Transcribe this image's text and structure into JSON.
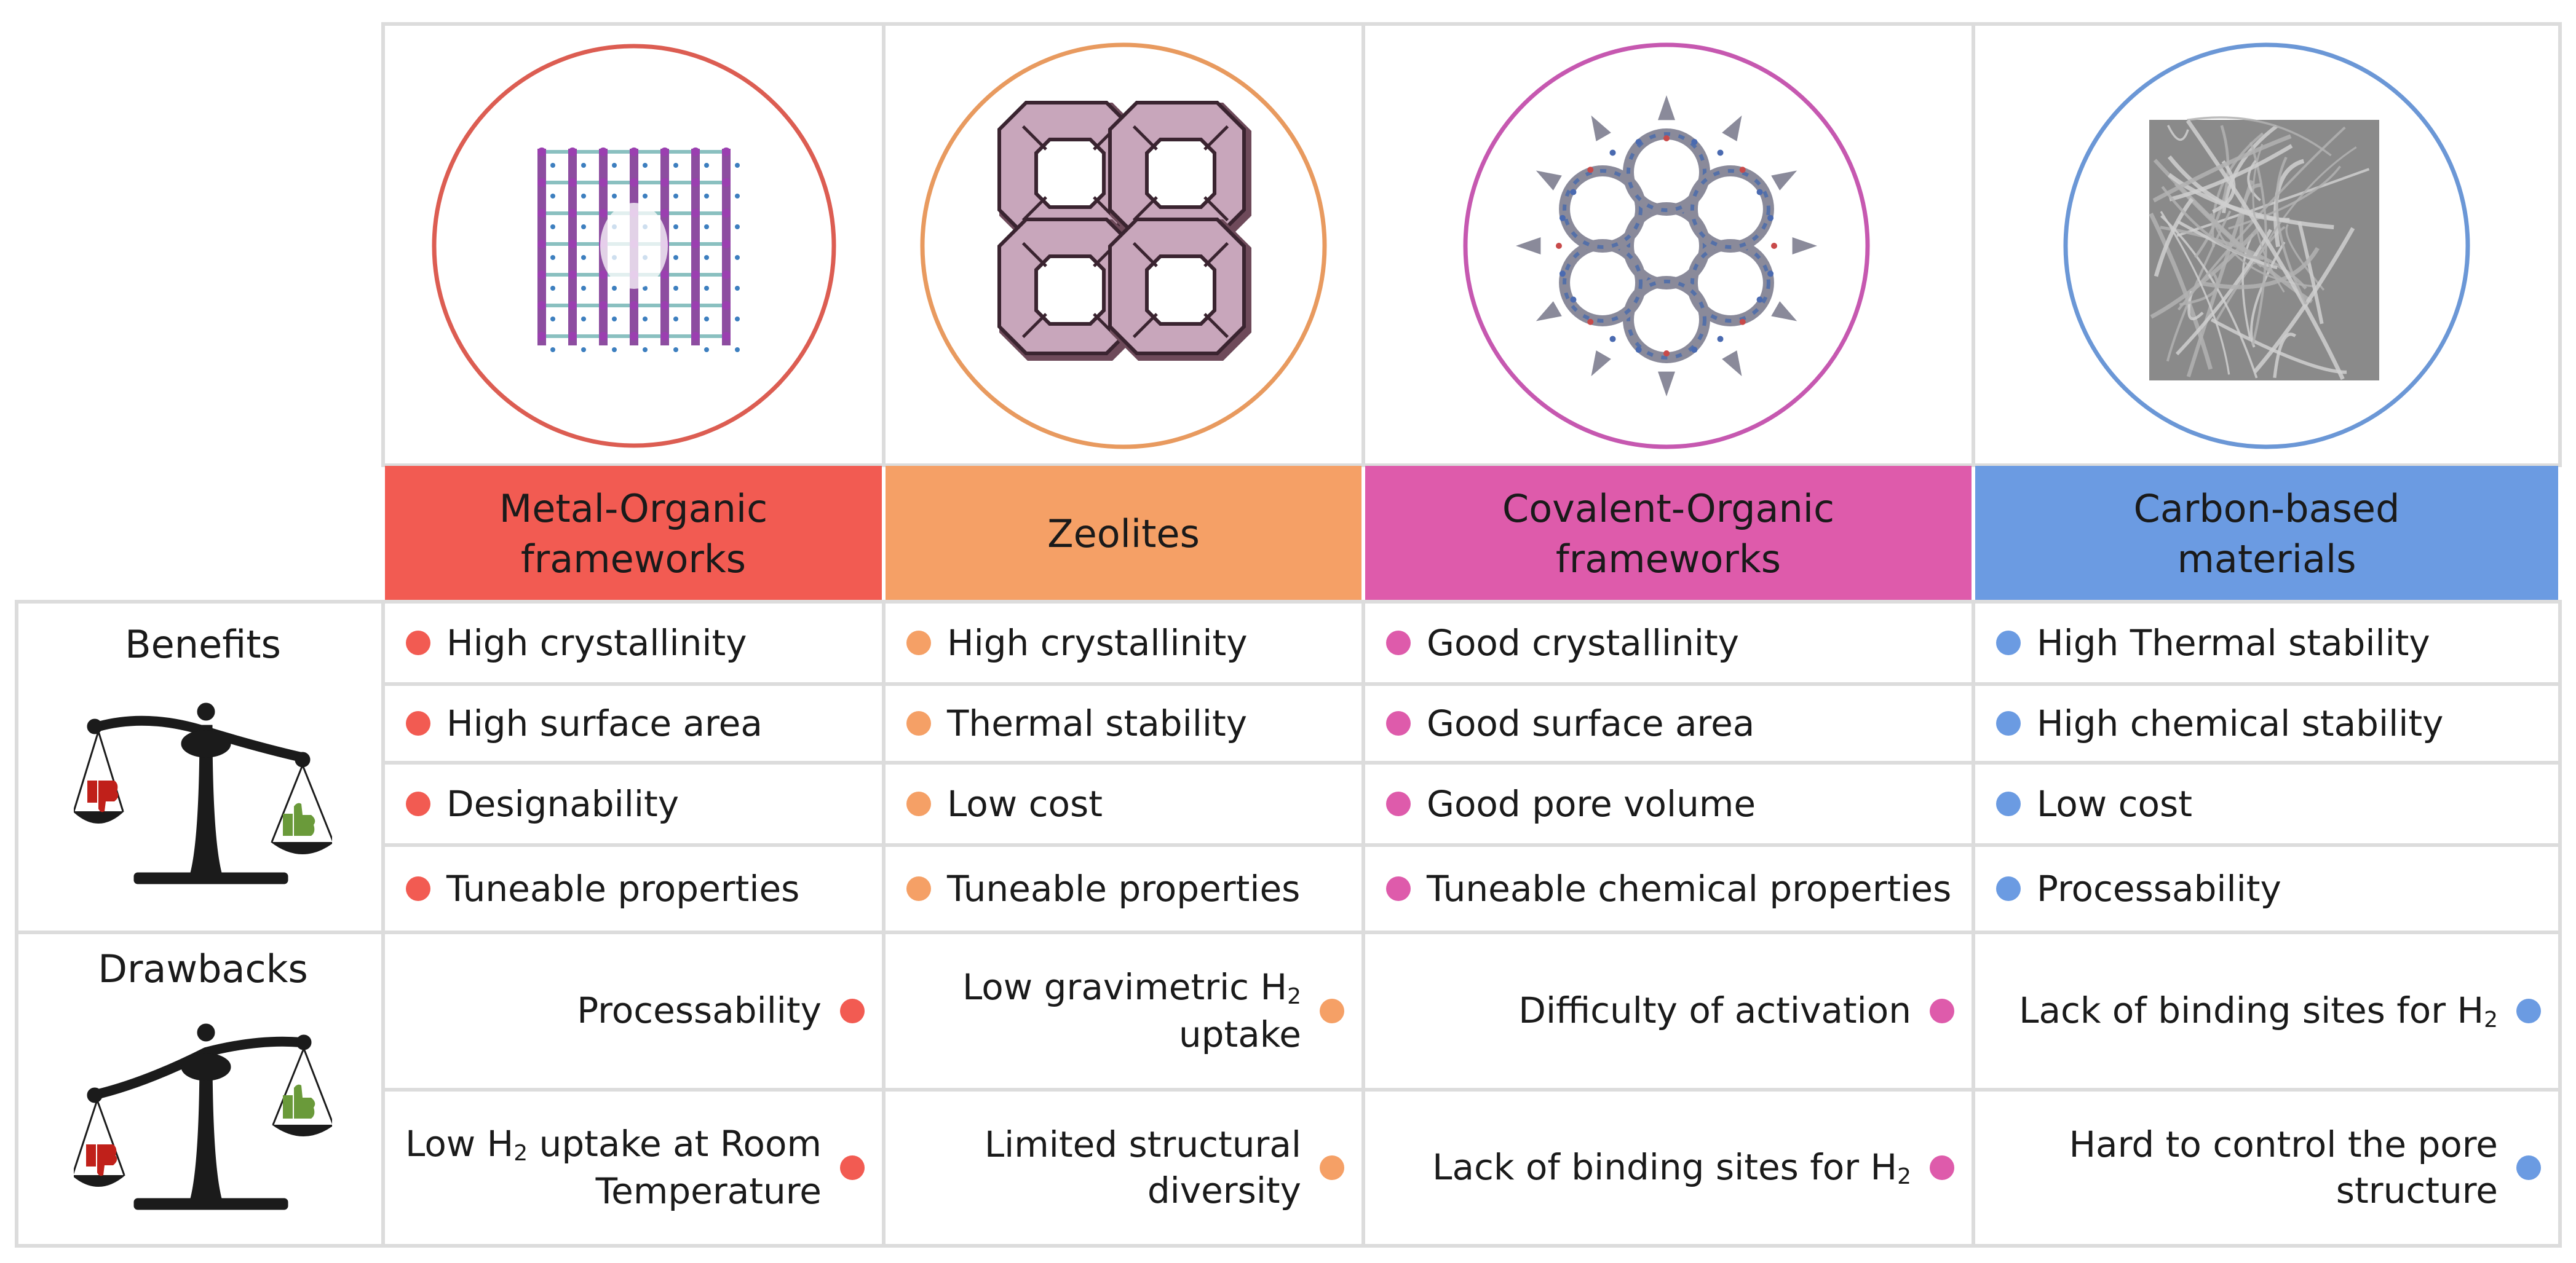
{
  "colors": {
    "mof": "#f25b52",
    "zeolite": "#f5a066",
    "cof": "#de5bab",
    "carbon": "#6b9be2",
    "grid": "#dcdcdc",
    "dislike": "#c0201a",
    "like": "#6a9a3a"
  },
  "rows": {
    "benefits_label": "Benefits",
    "drawbacks_label": "Drawbacks"
  },
  "materials": {
    "mof": {
      "header_line1": "Metal-Organic",
      "header_line2": "frameworks",
      "icon": "mof-crystal-lattice-icon",
      "benefits": [
        "High crystallinity",
        "High surface area",
        "Designability",
        "Tuneable properties"
      ],
      "drawbacks": [
        {
          "lines": [
            "Processability"
          ]
        },
        {
          "lines": [
            "Low H|2| uptake at Room",
            "Temperature"
          ]
        }
      ]
    },
    "zeolite": {
      "header_line1": "Zeolites",
      "header_line2": "",
      "icon": "zeolite-cage-structure-icon",
      "benefits": [
        "High crystallinity",
        "Thermal stability",
        "Low cost",
        "Tuneable properties"
      ],
      "drawbacks": [
        {
          "lines": [
            "Low gravimetric H|2|",
            "uptake"
          ]
        },
        {
          "lines": [
            "Limited structural",
            "diversity"
          ]
        }
      ]
    },
    "cof": {
      "header_line1": "Covalent-Organic",
      "header_line2": "frameworks",
      "icon": "cof-hexagonal-pore-icon",
      "benefits": [
        "Good crystallinity",
        "Good surface area",
        "Good pore volume",
        "Tuneable chemical properties"
      ],
      "drawbacks": [
        {
          "lines": [
            "Difficulty of activation"
          ]
        },
        {
          "lines": [
            "Lack of binding sites for H|2|"
          ]
        }
      ]
    },
    "carbon": {
      "header_line1": "Carbon-based",
      "header_line2": "materials",
      "icon": "carbon-fiber-micrograph-icon",
      "benefits": [
        "High Thermal stability",
        "High chemical stability",
        "Low cost",
        "Processability"
      ],
      "drawbacks": [
        {
          "lines": [
            "Lack of binding sites for H|2|"
          ]
        },
        {
          "lines": [
            "Hard to control the pore",
            "structure"
          ]
        }
      ]
    }
  }
}
